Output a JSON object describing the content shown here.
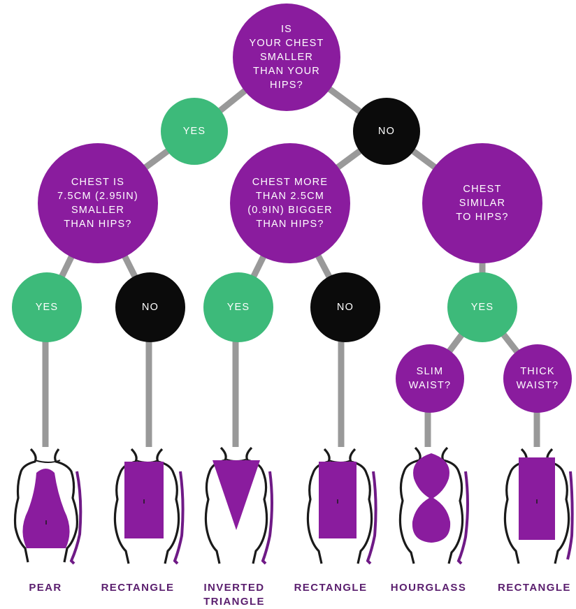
{
  "colors": {
    "purple": "#8a1c9e",
    "green": "#3dba7a",
    "black": "#0b0b0b",
    "connector": "#999999",
    "label": "#5a1e6e"
  },
  "questions": {
    "root": "IS\nYOUR CHEST\nSMALLER\nTHAN YOUR\nHIPS?",
    "chest_smaller": "CHEST IS\n7.5CM (2.95IN)\nSMALLER\nTHAN HIPS?",
    "chest_bigger": "CHEST MORE\nTHAN 2.5CM\n(0.9IN) BIGGER\nTHAN HIPS?",
    "chest_similar": "CHEST\nSIMILAR\nTO HIPS?",
    "slim_waist": "SLIM\nWAIST?",
    "thick_waist": "THICK\nWAIST?"
  },
  "answers": {
    "root_yes": "YES",
    "root_no": "NO",
    "smaller_yes": "YES",
    "smaller_no": "NO",
    "bigger_yes": "YES",
    "bigger_no": "NO",
    "similar_yes": "YES"
  },
  "shapes": [
    {
      "label": "PEAR",
      "icon": "pear-body-shape-icon"
    },
    {
      "label": "RECTANGLE",
      "icon": "rectangle-body-shape-icon"
    },
    {
      "label": "INVERTED\nTRIANGLE",
      "icon": "inverted-triangle-body-shape-icon"
    },
    {
      "label": "RECTANGLE",
      "icon": "rectangle-body-shape-icon"
    },
    {
      "label": "HOURGLASS",
      "icon": "hourglass-body-shape-icon"
    },
    {
      "label": "RECTANGLE",
      "icon": "rectangle-body-shape-icon"
    }
  ]
}
